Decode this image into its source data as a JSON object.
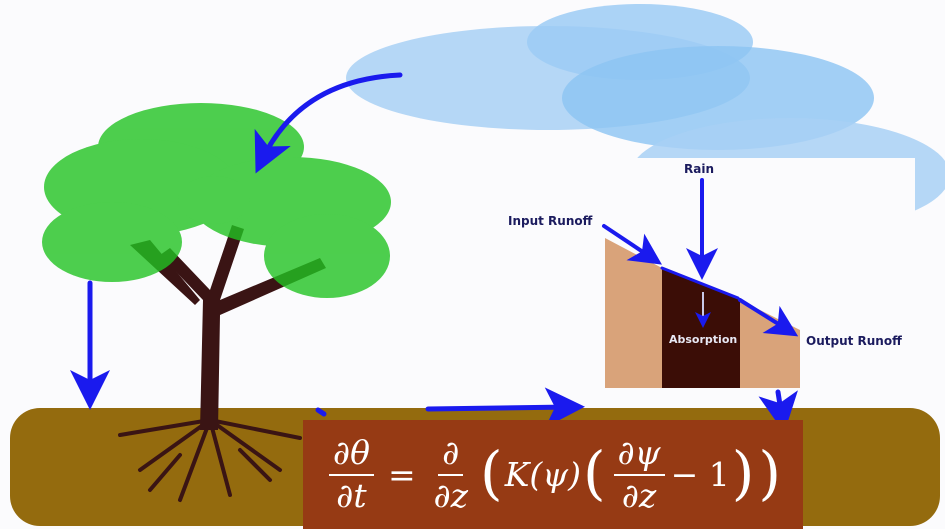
{
  "labels": {
    "rain": "Rain",
    "input_runoff": "Input Runoff",
    "output_runoff": "Output Runoff",
    "absorption": "Absorption"
  },
  "equation": {
    "lhs_num": "∂θ",
    "lhs_den": "∂t",
    "equals": "=",
    "d_num": "∂",
    "d_den": "∂z",
    "k_term": "K(ψ)",
    "inner_num": "∂ψ",
    "inner_den": "∂z",
    "minus_one": "− 1"
  },
  "colors": {
    "cloud": "#a8d0f5",
    "cloud_dark": "#8cc4f2",
    "foliage": "#33cc33",
    "trunk": "#3a1414",
    "soil": "#946b0e",
    "arrow": "#1a1aee",
    "soil_block_light": "#d9a37a",
    "soil_block_dark": "#3b0d06",
    "equation_bg": "#963a14"
  },
  "icons": [
    "cloud-icon",
    "tree-icon",
    "arrow-icon"
  ]
}
